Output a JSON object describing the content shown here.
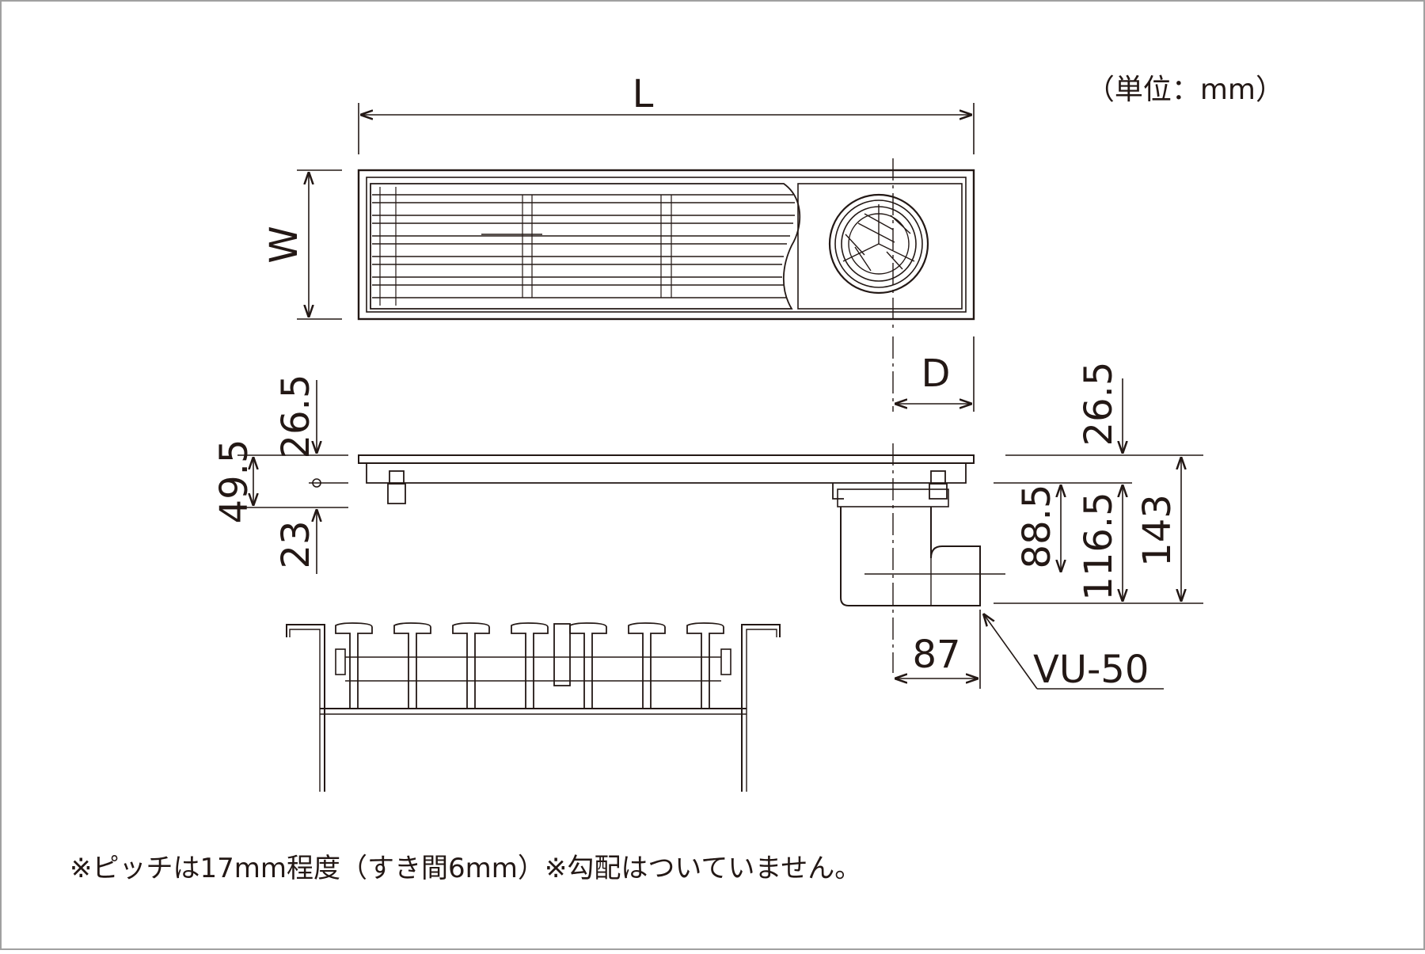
{
  "unit_note": "（単位：mm）",
  "dimensions": {
    "length": "L",
    "width": "W",
    "outlet_offset": "D",
    "cover_height_left": "26.5",
    "frame_height": "49.5",
    "flange_height": "23",
    "cover_height_right": "26.5",
    "outlet_center_height": "88.5",
    "outlet_bottom_height": "116.5",
    "total_height": "143",
    "outlet_distance": "87"
  },
  "pipe_label": "VU-50",
  "footnote": "※ピッチは17mm程度（すき間6mm）※勾配はついていません。",
  "colors": {
    "line": "#231815",
    "background": "#ffffff",
    "frame": "#a0a0a0"
  }
}
